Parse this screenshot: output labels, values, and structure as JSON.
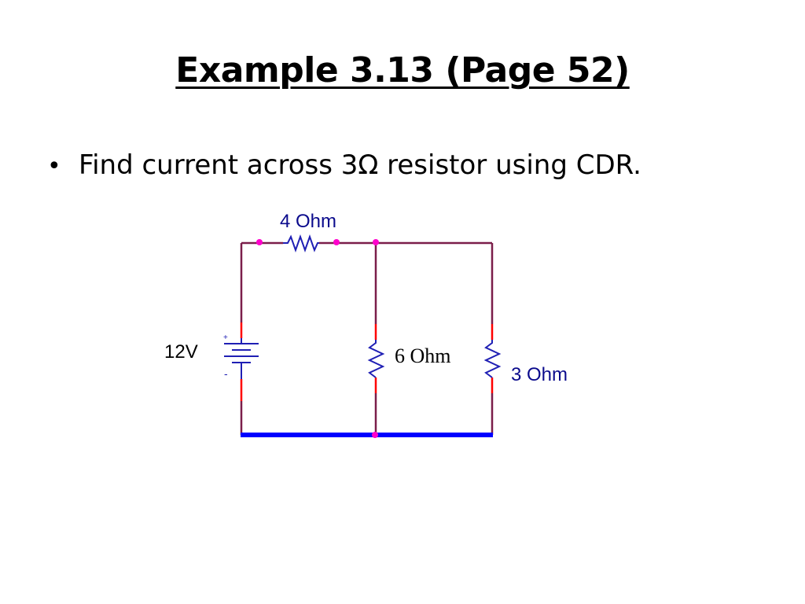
{
  "slide": {
    "title": "Example 3.13 (Page 52)",
    "bullet": "Find current across 3Ω resistor using CDR."
  },
  "circuit": {
    "labels": {
      "r_series": "4 Ohm",
      "source": "12V",
      "r_middle": "6 Ohm",
      "r_right": "3 Ohm",
      "plus_mark": "+",
      "minus_mark": "-"
    },
    "colors": {
      "wire": "#7b1e4a",
      "ground_wire": "#0000ff",
      "component": "#1f1fb4",
      "node_dot": "#ff00cc",
      "lead": "#ff0000",
      "label_blue": "#0a0a8c"
    }
  }
}
